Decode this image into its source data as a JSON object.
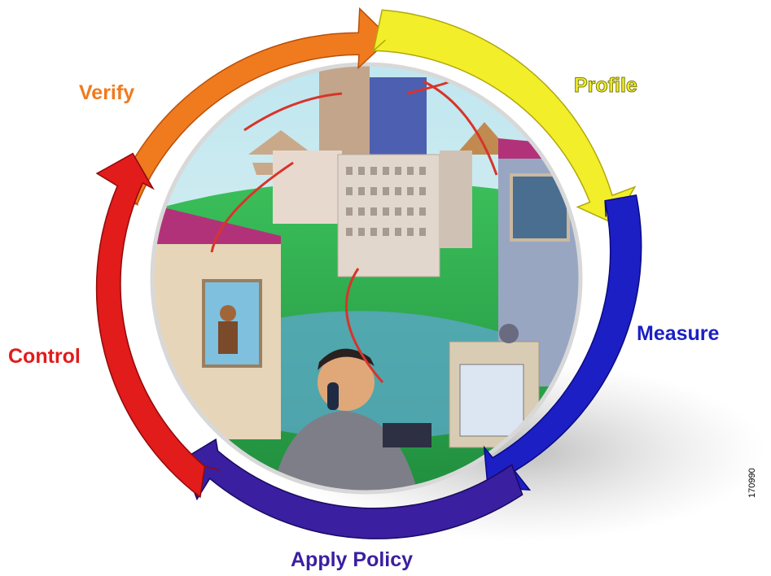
{
  "stages": {
    "verify": {
      "label": "Verify",
      "color": "#f07a1e"
    },
    "profile": {
      "label": "Profile",
      "color": "#f2ee2a"
    },
    "measure": {
      "label": "Measure",
      "color": "#1c1fc4"
    },
    "apply": {
      "label": "Apply Policy",
      "color": "#3a1fa0"
    },
    "control": {
      "label": "Control",
      "color": "#e21b1b"
    }
  },
  "figure_id": "170990"
}
